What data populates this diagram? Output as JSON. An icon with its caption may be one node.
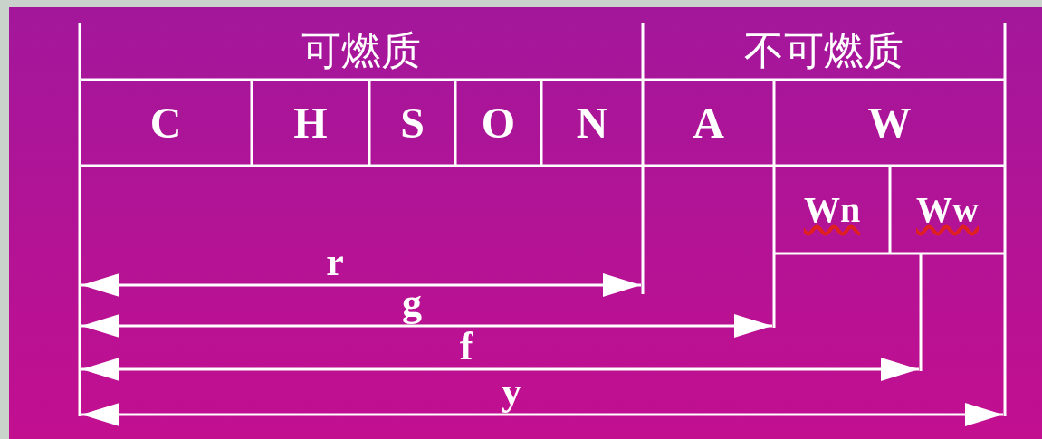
{
  "diagram": {
    "nodes": [
      {
        "text": [
          "可燃质"
        ]
      },
      {
        "text": [
          "不可燃质"
        ]
      },
      {
        "text": [
          "C"
        ]
      },
      {
        "text": [
          "H"
        ]
      },
      {
        "text": [
          "S"
        ]
      },
      {
        "text": [
          "O"
        ]
      },
      {
        "text": [
          "N"
        ]
      },
      {
        "text": [
          "A"
        ]
      },
      {
        "text": [
          "W"
        ]
      },
      {
        "text": [
          "Wn"
        ]
      },
      {
        "text": [
          "Ww"
        ]
      }
    ],
    "edges": [],
    "labels": [
      "r",
      "g",
      "f",
      "y"
    ]
  }
}
